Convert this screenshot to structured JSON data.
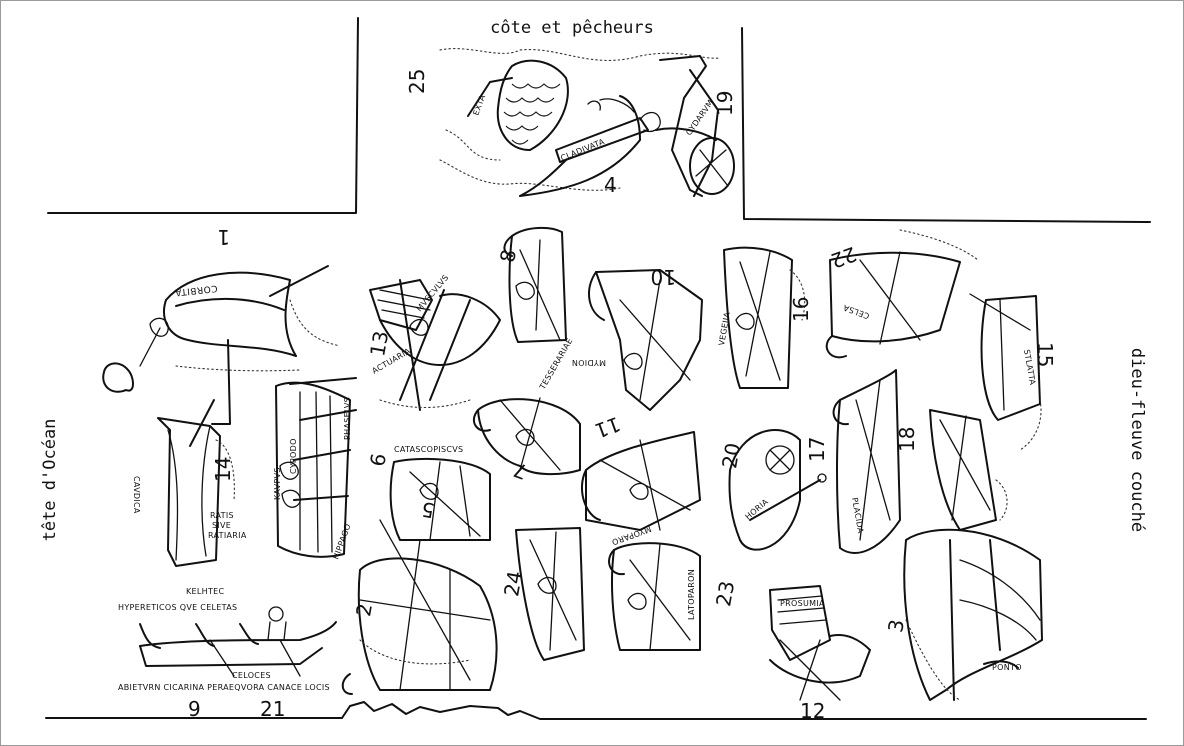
{
  "captions": {
    "top": "côte et pêcheurs",
    "left": "tête d'Océan",
    "right": "dieu-fleuve couché"
  },
  "boats": [
    {
      "number": "1",
      "name": "CORBITA"
    },
    {
      "number": "2",
      "name": ""
    },
    {
      "number": "3",
      "name": "PONTO"
    },
    {
      "number": "4",
      "name": "CLADIVATA"
    },
    {
      "number": "5",
      "name": "CATASCOPISCVS"
    },
    {
      "number": "6",
      "name": "CYPODO"
    },
    {
      "number": "7",
      "name": "TESSERARIAE"
    },
    {
      "number": "8",
      "name": ""
    },
    {
      "number": "9",
      "name": "CELOCES"
    },
    {
      "number": "10",
      "name": "MYDION"
    },
    {
      "number": "11",
      "name": "MYOPARO"
    },
    {
      "number": "12",
      "name": "PROSUMIA"
    },
    {
      "number": "13",
      "name": "ACTUARIA"
    },
    {
      "number": "14",
      "name": "CAUDICA"
    },
    {
      "number": "15",
      "name": "STLATTA"
    },
    {
      "number": "16",
      "name": "VEGEIIA"
    },
    {
      "number": "17",
      "name": "PLACIDA"
    },
    {
      "number": "18",
      "name": ""
    },
    {
      "number": "19",
      "name": "CYDARVM"
    },
    {
      "number": "20",
      "name": "HORIA"
    },
    {
      "number": "21",
      "name": ""
    },
    {
      "number": "22",
      "name": "CELSA"
    },
    {
      "number": "23",
      "name": "LATOPARON"
    },
    {
      "number": "24",
      "name": ""
    },
    {
      "number": "25",
      "name": "EXTA"
    }
  ],
  "inscriptions": {
    "ratis": [
      "RATIS",
      "SIVE",
      "RATIARIA"
    ],
    "hippago": "HIPPAGO",
    "kelhtec": "KELHTEC",
    "hypereticos": "HYPERETICOS QVE CELETAS",
    "footer": "ABIETVRN CICARINA PERAEQVORA CANACE LOCIS",
    "musculus": "MVSCVLVS",
    "cladivata_lower": "CATASCOPISCVS",
    "horia_side": "HORIA",
    "caudica_side": "CAVDICA",
    "kaupus": "KAVPVS",
    "phaselus": "PHASELVS"
  }
}
